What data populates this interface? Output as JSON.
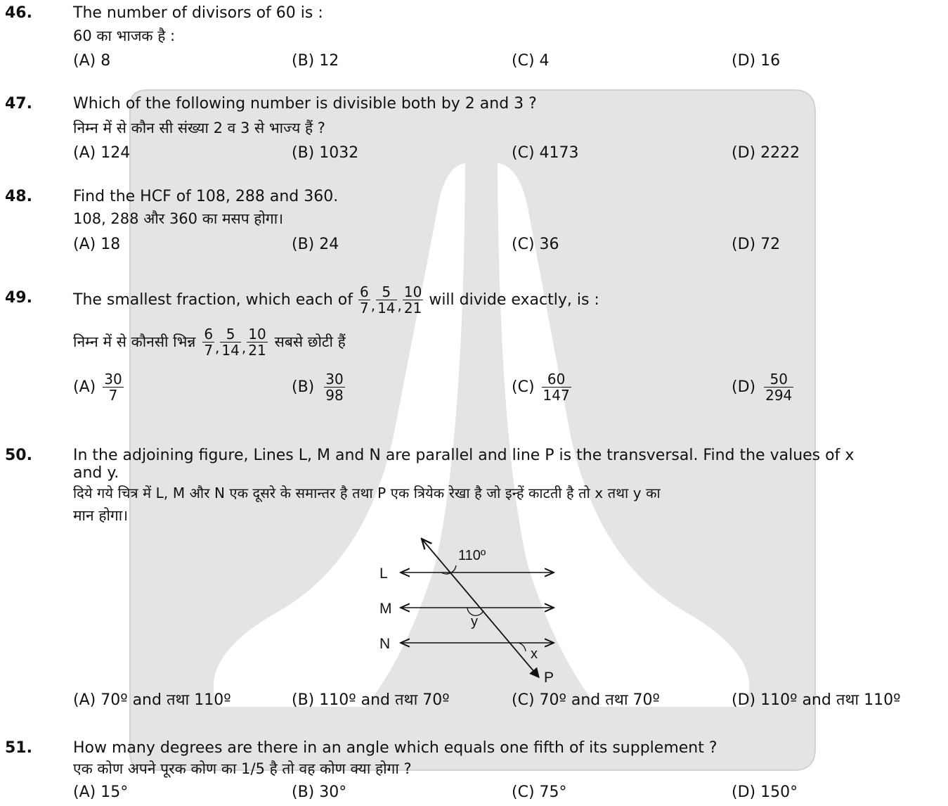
{
  "questions": {
    "q46": {
      "number": "46.",
      "en": "The number of divisors of 60 is :",
      "hi": "60 का भाजक है :",
      "options": [
        "(A) 8",
        "(B) 12",
        "(C) 4",
        "(D) 16"
      ]
    },
    "q47": {
      "number": "47.",
      "en": "Which of the following number is divisible both by 2 and 3 ?",
      "hi": "निम्न में से कौन सी संख्या 2 व 3 से भाज्य हैं ?",
      "options": [
        "(A) 124",
        "(B) 1032",
        "(C) 4173",
        "(D) 2222"
      ]
    },
    "q48": {
      "number": "48.",
      "en": "Find the HCF of 108, 288 and 360.",
      "hi": "108, 288 और 360 का मसप होगा।",
      "options": [
        "(A) 18",
        "(B) 24",
        "(C) 36",
        "(D) 72"
      ]
    },
    "q49": {
      "number": "49.",
      "en_prefix": "The smallest fraction, which each of",
      "en_suffix": "will divide exactly, is :",
      "hi_prefix": "निम्न में से कौनसी भिन्न",
      "hi_suffix": "सबसे छोटी हैं",
      "fractions": [
        {
          "n": "6",
          "d": "7"
        },
        {
          "n": "5",
          "d": "14"
        },
        {
          "n": "10",
          "d": "21"
        }
      ],
      "options": [
        {
          "label": "(A)",
          "n": "30",
          "d": "7"
        },
        {
          "label": "(B)",
          "n": "30",
          "d": "98"
        },
        {
          "label": "(C)",
          "n": "60",
          "d": "147"
        },
        {
          "label": "(D)",
          "n": "50",
          "d": "294"
        }
      ]
    },
    "q50": {
      "number": "50.",
      "en_line1": "In the adjoining figure, Lines L, M and N are parallel and line P is the transversal. Find the values of x",
      "en_line2": "and y.",
      "hi_line1": "दिये गये चित्र में L, M और N एक दूसरे के समान्तर है तथा P एक त्रियेक रेखा है जो इन्हें काटती है तो x तथा y का",
      "hi_line2": "मान होगा।",
      "figure": {
        "angle_label": "110º",
        "line_labels": [
          "L",
          "M",
          "N"
        ],
        "transversal_label": "P",
        "x_label": "x",
        "y_label": "y"
      },
      "options": [
        "(A) 70º and तथा 110º",
        "(B) 110º and तथा 70º",
        "(C) 70º and तथा 70º",
        "(D) 110º and तथा 110º"
      ]
    },
    "q51": {
      "number": "51.",
      "en": "How many degrees are there in an angle which equals one fifth of its supplement ?",
      "hi": "एक कोण अपने पूरक कोण का 1/5 है तो वह कोण क्या होगा ?",
      "options": [
        "(A) 15°",
        "(B) 30°",
        "(C) 75°",
        "(D) 150°"
      ]
    }
  },
  "colors": {
    "watermark_fill": "#e4e4e4",
    "watermark_cutout": "#ffffff",
    "text": "#111111"
  }
}
